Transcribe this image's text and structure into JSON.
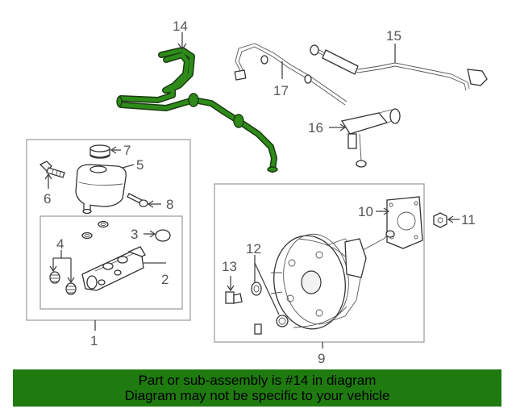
{
  "colors": {
    "highlight_part": "#2e8b1a",
    "banner_background": "#1f7a10",
    "line": "#444444",
    "callout_text": "#555555"
  },
  "callouts": {
    "c1": "1",
    "c2": "2",
    "c3": "3",
    "c4": "4",
    "c5": "5",
    "c6": "6",
    "c7": "7",
    "c8": "8",
    "c9": "9",
    "c10": "10",
    "c11": "11",
    "c12": "12",
    "c13": "13",
    "c14": "14",
    "c15": "15",
    "c16": "16",
    "c17": "17"
  },
  "highlighted_part": "14",
  "banner": {
    "line1": "Part or sub-assembly is #14 in diagram",
    "line2": "Diagram may not be specific to your vehicle"
  }
}
